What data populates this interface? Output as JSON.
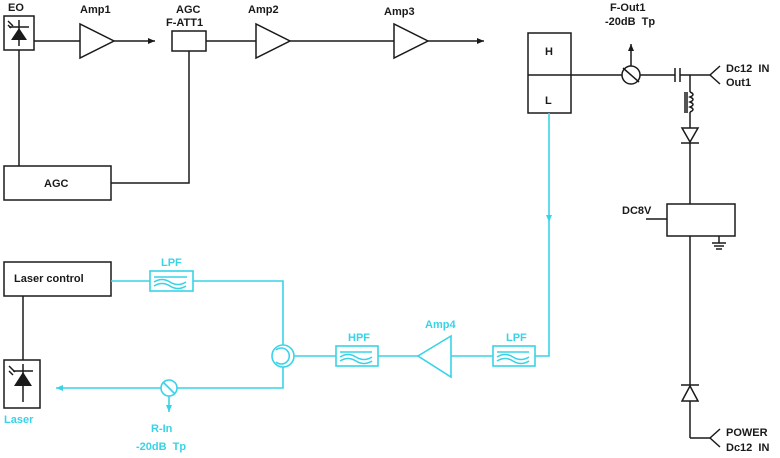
{
  "labels": {
    "eo": "EO",
    "amp1": "Amp1",
    "agc_att_line1": "AGC",
    "agc_att_line2": "F-ATT1",
    "amp2": "Amp2",
    "amp3": "Amp3",
    "switch_h": "H",
    "switch_l": "L",
    "fout_line1": "F-Out1",
    "fout_line2": "-20dB  Tp",
    "dc12_out_line1": "Dc12  IN",
    "dc12_out_line2": "Out1",
    "agc": "AGC",
    "dc8v": "DC8V",
    "laser_control": "Laser control",
    "lpf_top": "LPF",
    "hpf": "HPF",
    "amp4": "Amp4",
    "lpf_right": "LPF",
    "laser": "Laser",
    "rin_line1": "R-In",
    "rin_line2": "-20dB  Tp",
    "power_line1": "POWER",
    "power_line2": "Dc12  IN"
  },
  "colors": {
    "line": "#1a1a1a",
    "optical": "#38d3e6"
  }
}
